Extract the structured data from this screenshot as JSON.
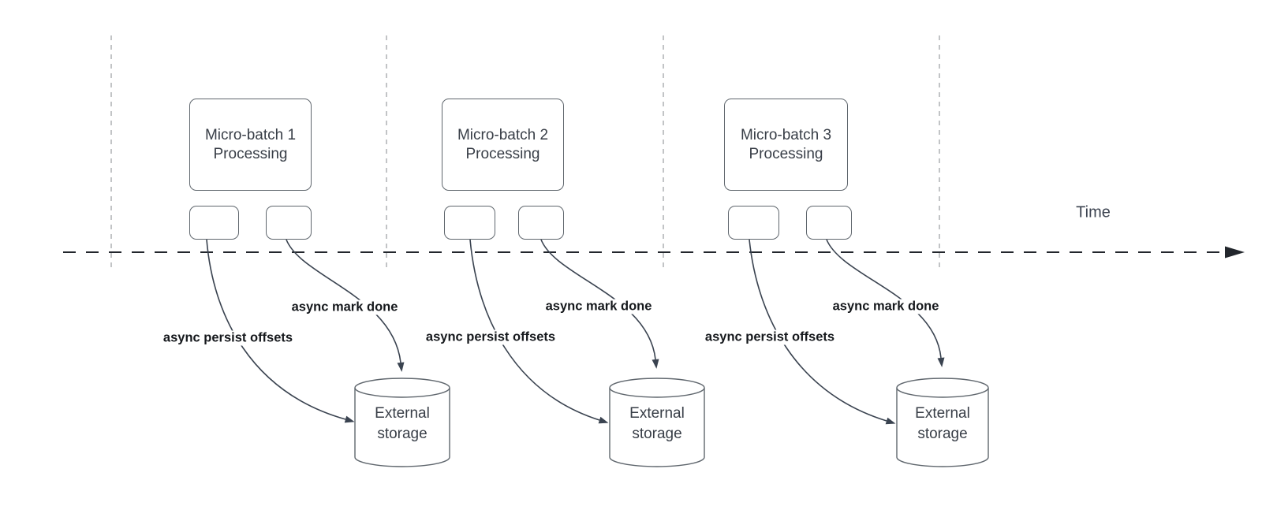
{
  "colors": {
    "canvas-bg": "#ffffff",
    "node-border": "#5f666d",
    "node-text": "#383e47",
    "edge-stroke": "#3a4350",
    "edge-label-text": "#15181c",
    "axis-stroke": "#22262c",
    "divider-stroke": "#a8aaad",
    "axis-label-text": "#3d4451"
  },
  "axis": {
    "label": "Time"
  },
  "batches": [
    {
      "title": "Micro-batch 1 Processing",
      "persist_offsets_label": "async persist offsets",
      "mark_done_label": "async mark done",
      "storage_label": "External storage"
    },
    {
      "title": "Micro-batch 2 Processing",
      "persist_offsets_label": "async persist offsets",
      "mark_done_label": "async mark done",
      "storage_label": "External storage"
    },
    {
      "title": "Micro-batch 3 Processing",
      "persist_offsets_label": "async persist offsets",
      "mark_done_label": "async mark done",
      "storage_label": "External storage"
    }
  ]
}
